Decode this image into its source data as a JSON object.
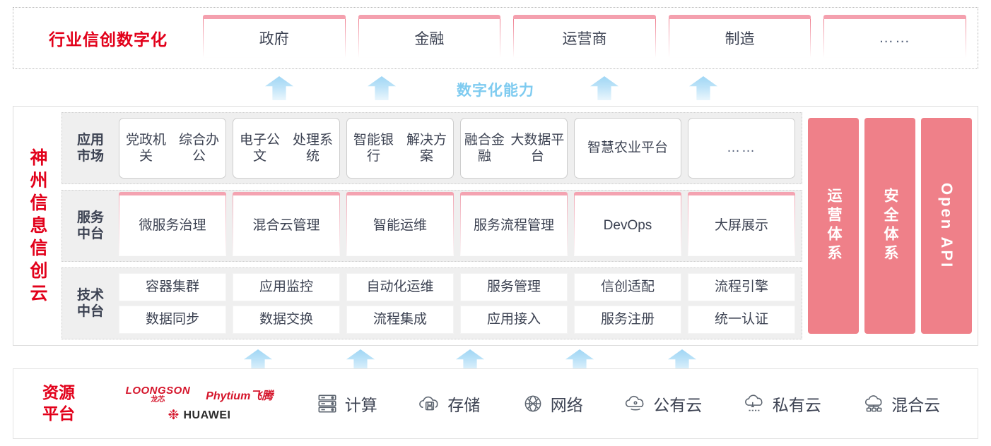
{
  "industry": {
    "title": "行业信创数字化",
    "boxes": [
      {
        "label": "政府",
        "name": "industry-box-government"
      },
      {
        "label": "金融",
        "name": "industry-box-finance"
      },
      {
        "label": "运营商",
        "name": "industry-box-carrier"
      },
      {
        "label": "制造",
        "name": "industry-box-manufacturing"
      },
      {
        "label": "……",
        "name": "industry-box-more"
      }
    ]
  },
  "capability_label": "数字化能力",
  "cloud": {
    "title": "神州信息信创云",
    "layers": [
      {
        "label": "应用\n市场",
        "label_line1": "应用",
        "label_line2": "市场",
        "style": "app",
        "items": [
          "党政机关\n综合办公",
          "电子公文\n处理系统",
          "智能银行\n解决方案",
          "融合金融\n大数据平台",
          "智慧农业\n平台",
          "……"
        ]
      },
      {
        "label_line1": "服务",
        "label_line2": "中台",
        "style": "svc",
        "items": [
          "微服务\n治理",
          "混合云\n管理",
          "智能运维",
          "服务流程\n管理",
          "DevOps",
          "大屏展示"
        ]
      },
      {
        "label_line1": "技术",
        "label_line2": "中台",
        "style": "tech",
        "rows": [
          [
            "容器集群",
            "应用监控",
            "自动化运维",
            "服务管理",
            "信创适配",
            "流程引擎"
          ],
          [
            "数据同步",
            "数据交换",
            "流程集成",
            "应用接入",
            "服务注册",
            "统一认证"
          ]
        ]
      }
    ],
    "side_columns": [
      {
        "label": "运营体系",
        "name": "side-column-operations"
      },
      {
        "label": "安全体系",
        "name": "side-column-security"
      },
      {
        "label": "Open API",
        "name": "side-column-open-api"
      }
    ]
  },
  "resource": {
    "title_line1": "资源",
    "title_line2": "平台",
    "vendors": [
      {
        "name": "loongson",
        "en": "LOONGSON",
        "cn": "龙芯"
      },
      {
        "name": "phytium",
        "text": "Phytium飞腾"
      },
      {
        "name": "huawei",
        "text": "HUAWEI"
      }
    ],
    "items": [
      {
        "label": "计算",
        "icon": "server-icon"
      },
      {
        "label": "存储",
        "icon": "cloud-storage-icon"
      },
      {
        "label": "网络",
        "icon": "network-icon"
      },
      {
        "label": "公有云",
        "icon": "public-cloud-icon"
      },
      {
        "label": "私有云",
        "icon": "private-cloud-icon"
      },
      {
        "label": "混合云",
        "icon": "hybrid-cloud-icon"
      }
    ]
  },
  "colors": {
    "brand_red": "#e2001a",
    "pink": "#ef8089",
    "pink_cap": "#f4a3b1",
    "arrow_blue": "#9fd6f5",
    "capability_blue": "#7ecbf0",
    "panel_gray": "#efefef"
  }
}
